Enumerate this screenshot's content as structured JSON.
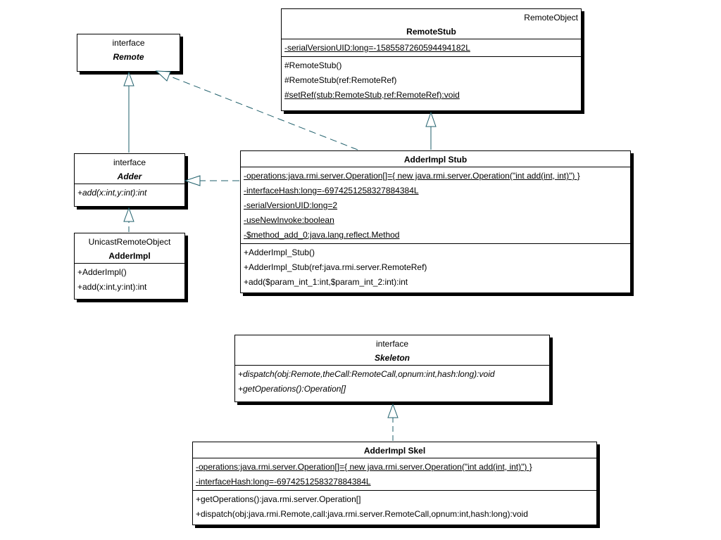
{
  "classes": {
    "remote": {
      "stereotype": "interface",
      "name": "Remote"
    },
    "remote_stub": {
      "superclass_label": "RemoteObject",
      "name": "RemoteStub",
      "attributes": [
        "-serialVersionUID:long=-1585587260594494182L"
      ],
      "operations": [
        "#RemoteStub()",
        "#RemoteStub(ref:RemoteRef)",
        "#setRef(stub:RemoteStub,ref:RemoteRef):void"
      ]
    },
    "adder": {
      "stereotype": "interface",
      "name": "Adder",
      "operations": [
        "+add(x:int,y:int):int"
      ]
    },
    "adder_impl": {
      "superclass_label": "UnicastRemoteObject",
      "name": "AdderImpl",
      "operations": [
        "+AdderImpl()",
        "+add(x:int,y:int):int"
      ]
    },
    "adder_impl_stub": {
      "name": "AdderImpl Stub",
      "attributes": [
        "-operations:java.rmi.server.Operation[]={ new java.rmi.server.Operation(\"int add(int, int)\") }",
        "-interfaceHash:long=-6974251258327884384L",
        "-serialVersionUID:long=2",
        "-useNewInvoke:boolean",
        "-$method_add_0:java.lang.reflect.Method"
      ],
      "operations": [
        "+AdderImpl_Stub()",
        "+AdderImpl_Stub(ref:java.rmi.server.RemoteRef)",
        "+add($param_int_1:int,$param_int_2:int):int"
      ]
    },
    "skeleton": {
      "stereotype": "interface",
      "name": "Skeleton",
      "operations": [
        "+dispatch(obj:Remote,theCall:RemoteCall,opnum:int,hash:long):void",
        "+getOperations():Operation[]"
      ]
    },
    "adder_impl_skel": {
      "name": "AdderImpl Skel",
      "attributes": [
        "-operations:java.rmi.server.Operation[]={ new java.rmi.server.Operation(\"int add(int, int)\") }",
        "-interfaceHash:long=-6974251258327884384L"
      ],
      "operations": [
        "+getOperations():java.rmi.server.Operation[]",
        "+dispatch(obj:java.rmi.Remote,call:java.rmi.server.RemoteCall,opnum:int,hash:long):void"
      ]
    }
  },
  "relationships": [
    {
      "from": "Adder",
      "to": "Remote",
      "kind": "generalization"
    },
    {
      "from": "AdderImpl Stub",
      "to": "Remote",
      "kind": "realization"
    },
    {
      "from": "AdderImpl Stub",
      "to": "RemoteStub",
      "kind": "generalization"
    },
    {
      "from": "AdderImpl Stub",
      "to": "Adder",
      "kind": "realization"
    },
    {
      "from": "AdderImpl",
      "to": "Adder",
      "kind": "realization"
    },
    {
      "from": "AdderImpl Skel",
      "to": "Skeleton",
      "kind": "realization"
    }
  ]
}
